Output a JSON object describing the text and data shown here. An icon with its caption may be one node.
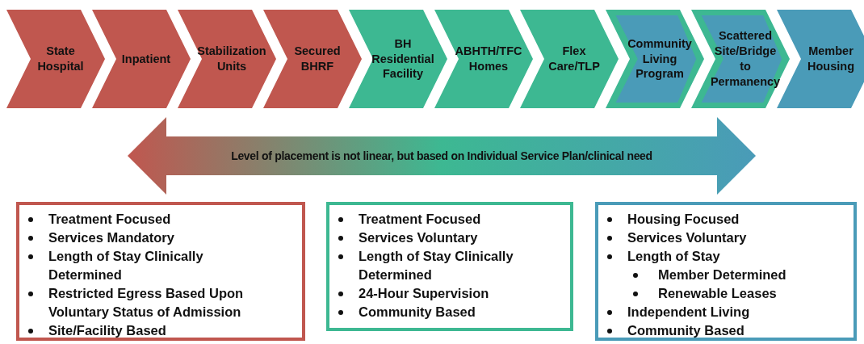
{
  "diagram": {
    "nodes": [
      {
        "text": [
          "State Hospital"
        ]
      },
      {
        "text": [
          "Inpatient"
        ]
      },
      {
        "text": [
          "Stabilization Units"
        ]
      },
      {
        "text": [
          "Secured BHRF"
        ]
      },
      {
        "text": [
          "BH Residential Facility"
        ]
      },
      {
        "text": [
          "ABHTH/TFC Homes"
        ]
      },
      {
        "text": [
          "Flex Care/TLP"
        ]
      },
      {
        "text": [
          "Community Living Program"
        ]
      },
      {
        "text": [
          "Scattered Site/Bridge to Permanency"
        ]
      },
      {
        "text": [
          "Member Housing"
        ]
      },
      {
        "text": [
          "Level of placement is not linear, but based on Individual Service Plan/clinical need"
        ]
      },
      {
        "text": [
          "Treatment Focused",
          "Services Mandatory",
          "Length of Stay Clinically Determined",
          "Restricted Egress Based Upon Voluntary Status of Admission",
          "Site/Facility Based"
        ]
      },
      {
        "text": [
          "Treatment Focused",
          "Services Voluntary",
          "Length of Stay Clinically Determined",
          "24-Hour Supervision",
          "Community Based"
        ]
      },
      {
        "text": [
          "Housing Focused",
          "Services Voluntary",
          "Length of Stay",
          "Member Determined",
          "Renewable Leases",
          "Independent Living",
          "Community Based"
        ]
      }
    ]
  }
}
